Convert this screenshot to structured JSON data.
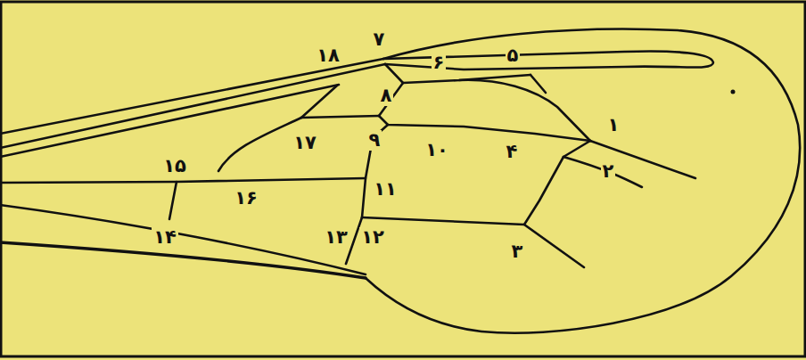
{
  "diagram": {
    "labels": [
      "۱۸",
      "۷",
      "۶",
      "۵",
      "۸",
      "۱",
      "۱۷",
      "۹",
      "۱۰",
      "۴",
      "۲",
      "۱۵",
      "۱۶",
      "۱۱",
      "۱۳",
      "۱۲",
      "۱۴",
      "۳"
    ]
  }
}
